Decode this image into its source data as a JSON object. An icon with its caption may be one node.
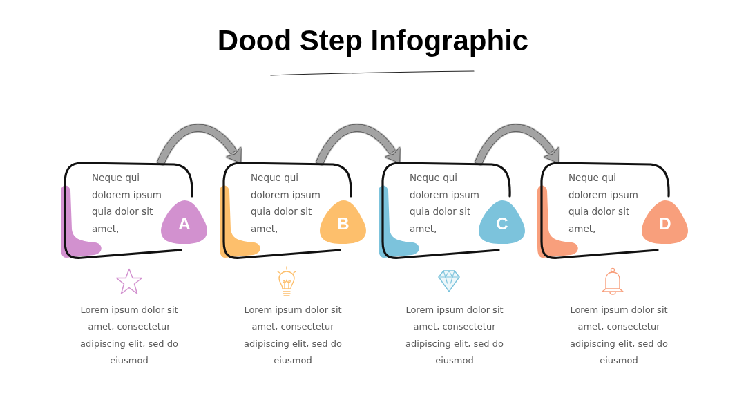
{
  "diagram": {
    "title": "Dood Step Infographic",
    "nodes": [
      {
        "text": [
          "Neque qui dolorem ipsum quia dolor sit amet,"
        ]
      },
      {
        "text": [
          "A"
        ]
      },
      {
        "text": [
          "Neque qui dolorem ipsum quia dolor sit amet,"
        ]
      },
      {
        "text": [
          "B"
        ]
      },
      {
        "text": [
          "Neque qui dolorem ipsum quia dolor sit amet,"
        ]
      },
      {
        "text": [
          "C"
        ]
      },
      {
        "text": [
          "Neque qui dolorem ipsum quia dolor sit amet,"
        ]
      },
      {
        "text": [
          "D"
        ]
      }
    ],
    "edges": [
      {
        "from": 0,
        "to": 2,
        "arrow": "to"
      },
      {
        "from": 2,
        "to": 4,
        "arrow": "to"
      },
      {
        "from": 4,
        "to": 6,
        "arrow": "to"
      }
    ],
    "labels": [
      "Lorem ipsum dolor sit amet, consectetur adipiscing elit, sed do eiusmod",
      "Lorem ipsum dolor sit amet, consectetur adipiscing elit, sed do eiusmod",
      "Lorem ipsum dolor sit amet, consectetur adipiscing elit, sed do eiusmod",
      "Lorem ipsum dolor sit amet, consectetur adipiscing elit, sed do eiusmod"
    ]
  }
}
